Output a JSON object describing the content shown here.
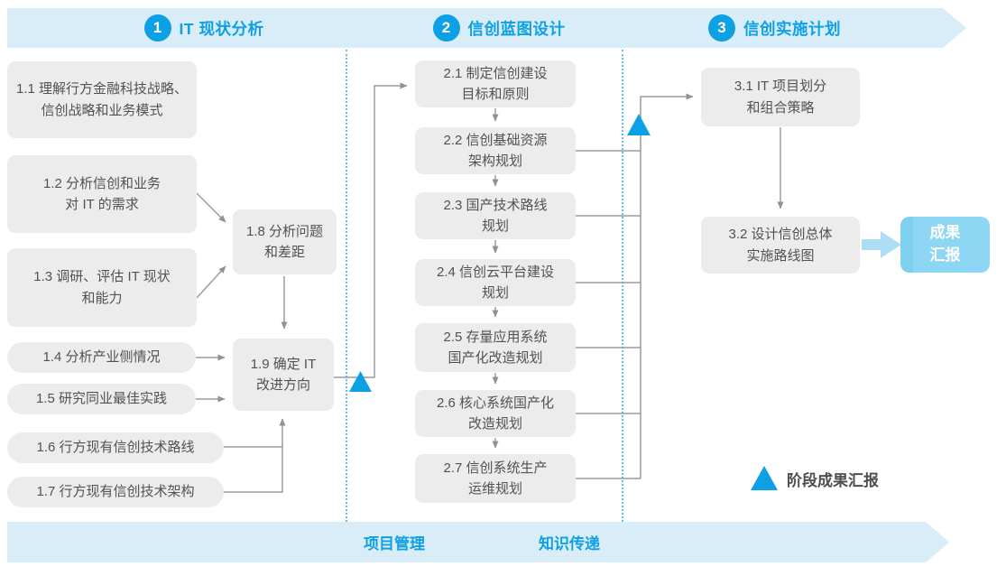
{
  "phases": [
    {
      "number": "1",
      "title": "IT 现状分析"
    },
    {
      "number": "2",
      "title": "信创蓝图设计"
    },
    {
      "number": "3",
      "title": "信创实施计划"
    }
  ],
  "boxes": {
    "b11": {
      "l1": "1.1 理解行方金融科技战略、",
      "l2": "信创战略和业务模式"
    },
    "b12": {
      "l1": "1.2 分析信创和业务",
      "l2": "对 IT 的需求"
    },
    "b13": {
      "l1": "1.3 调研、评估 IT 现状",
      "l2": "和能力"
    },
    "b14": {
      "l1": "1.4 分析产业侧情况"
    },
    "b15": {
      "l1": "1.5 研究同业最佳实践"
    },
    "b16": {
      "l1": "1.6 行方现有信创技术路线"
    },
    "b17": {
      "l1": "1.7 行方现有信创技术架构"
    },
    "b18": {
      "l1": "1.8 分析问题",
      "l2": "和差距"
    },
    "b19": {
      "l1": "1.9 确定 IT",
      "l2": "改进方向"
    },
    "b21": {
      "l1": "2.1 制定信创建设",
      "l2": "目标和原则"
    },
    "b22": {
      "l1": "2.2 信创基础资源",
      "l2": "架构规划"
    },
    "b23": {
      "l1": "2.3 国产技术路线",
      "l2": "规划"
    },
    "b24": {
      "l1": "2.4 信创云平台建设",
      "l2": "规划"
    },
    "b25": {
      "l1": "2.5 存量应用系统",
      "l2": "国产化改造规划"
    },
    "b26": {
      "l1": "2.6 核心系统国产化",
      "l2": "改造规划"
    },
    "b27": {
      "l1": "2.7 信创系统生产",
      "l2": "运维规划"
    },
    "b31": {
      "l1": "3.1 IT 项目划分",
      "l2": "和组合策略"
    },
    "b32": {
      "l1": "3.2 设计信创总体",
      "l2": "实施路线图"
    }
  },
  "result_box": {
    "l1": "成果",
    "l2": "汇报"
  },
  "legend": {
    "label": "阶段成果汇报"
  },
  "footer": {
    "item1": "项目管理",
    "item2": "知识传递"
  },
  "colors": {
    "accent_blue": "#0ea0e4",
    "banner_bg": "#d9edf8",
    "node_bg": "#ececed",
    "node_text": "#515255",
    "connector_gray": "#9a9c9e",
    "divider_dotted_blue": "#4ab3e6",
    "result_box_bg": "#8dd6f4",
    "block_arrow_blue": "#aedef6",
    "legend_text": "#4d4e50"
  }
}
